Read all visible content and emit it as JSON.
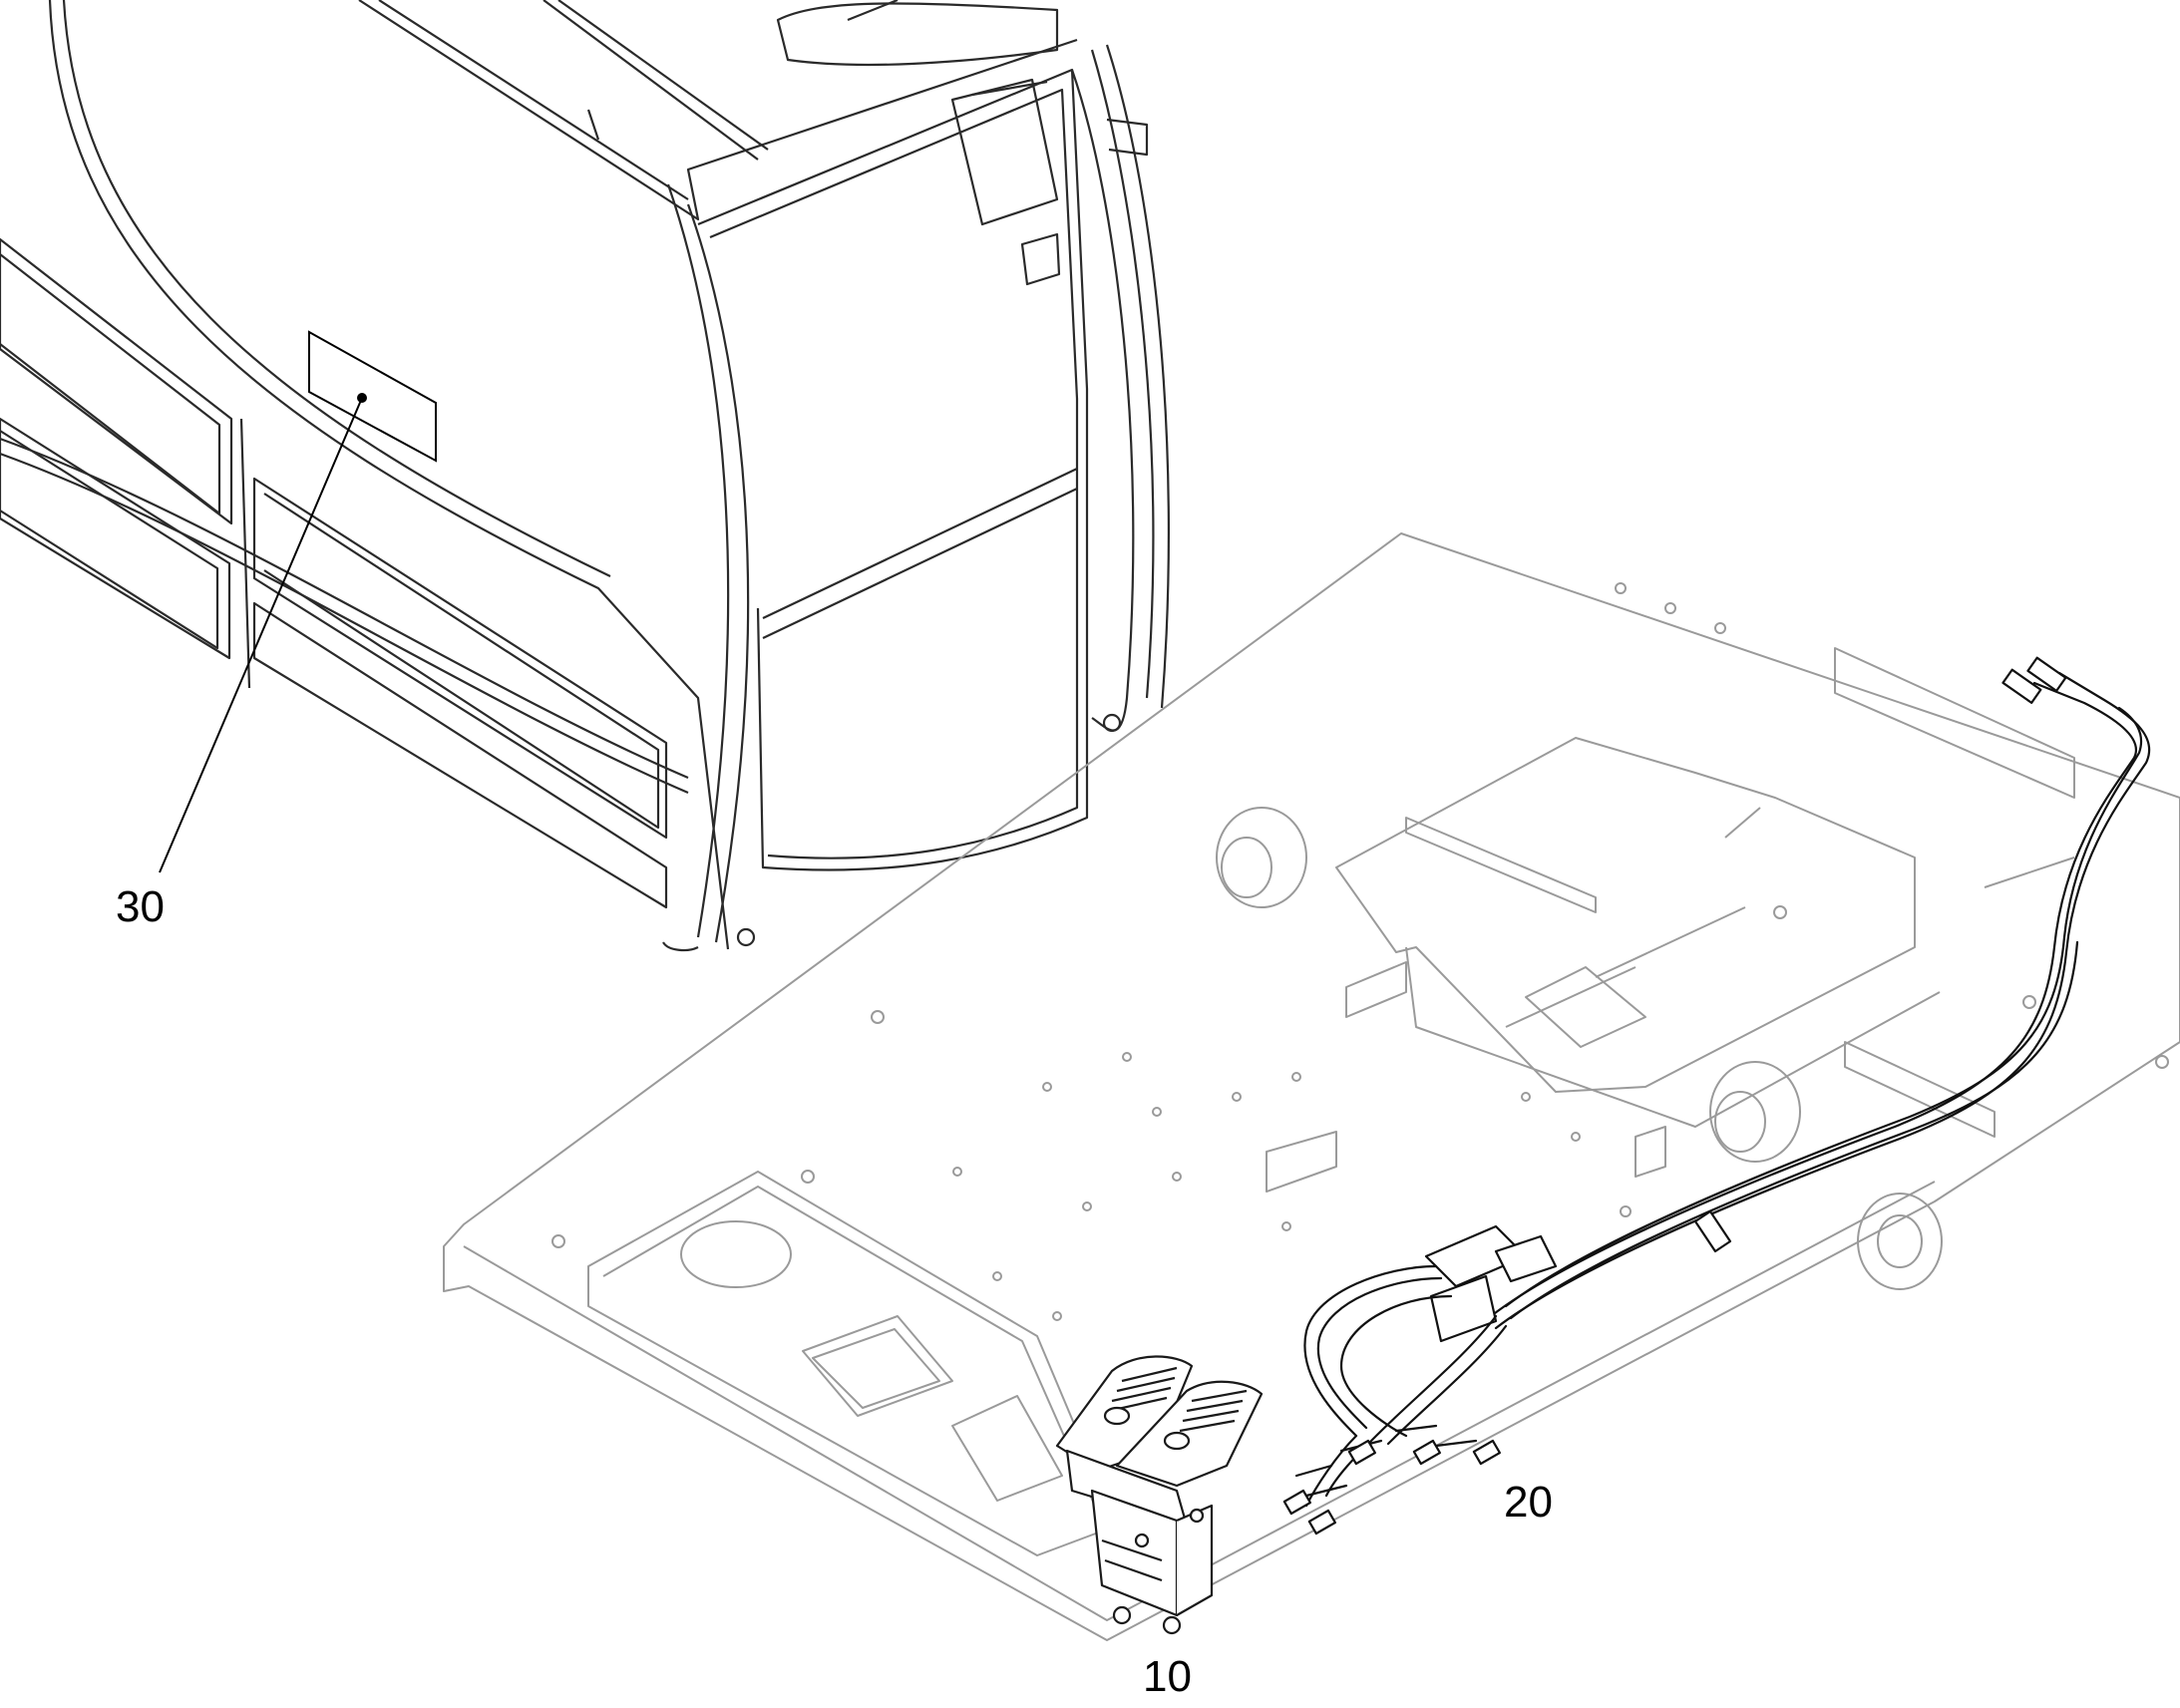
{
  "callouts": {
    "part_30": "30",
    "part_20": "20",
    "part_10": "10"
  },
  "colors": {
    "cab_line": "#2a2a2a",
    "floor_line": "#9a9a9a",
    "pedal_line": "#1a1a1a",
    "hose_line": "#111111",
    "leader_line": "#000000"
  }
}
